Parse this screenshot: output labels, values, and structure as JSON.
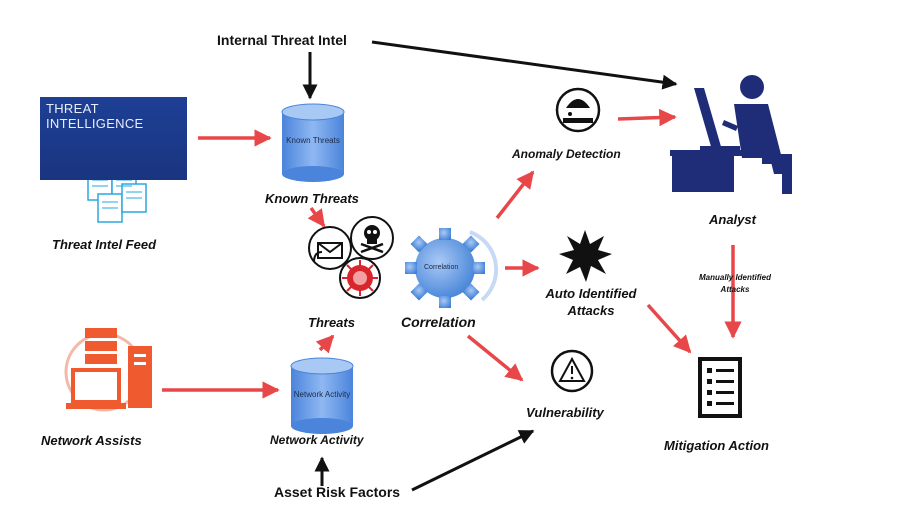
{
  "nodes": {
    "internal_threat_intel": "Internal Threat Intel",
    "threat_intel_feed": "Threat Intel Feed",
    "threat_intel_banner": "THREAT\nINTELLIGENCE",
    "known_threats_db": "Known\nThreats",
    "known_threats": "Known Threats",
    "threats": "Threats",
    "correlation_gear": "Correlation",
    "correlation": "Correlation",
    "anomaly_detection": "Anomaly Detection",
    "auto_identified_attacks": "Auto Identified\nAttacks",
    "vulnerability": "Vulnerability",
    "analyst": "Analyst",
    "manually_identified_attacks": "Manually Identified\nAttacks",
    "mitigation_action": "Mitigation Action",
    "network_assists": "Network Assists",
    "network_activity_db": "Network\nActivity",
    "network_activity": "Network Activity",
    "asset_risk_factors": "Asset Risk Factors"
  },
  "colors": {
    "red_arrow": "#e8474a",
    "black_arrow": "#111111",
    "banner_blue": "#1d3f95",
    "cylinder_blue": "#5b93e6",
    "gear_blue": "#4f8fe0",
    "analyst_navy": "#1f2d78",
    "network_orange": "#ef5a2e"
  },
  "icons": [
    "document-stack-icon",
    "database-icon",
    "skull-icon",
    "email-icon",
    "virus-icon",
    "gear-icon",
    "hacker-icon",
    "explosion-icon",
    "warning-icon",
    "analyst-icon",
    "checklist-icon",
    "server-icon",
    "laptop-icon"
  ]
}
